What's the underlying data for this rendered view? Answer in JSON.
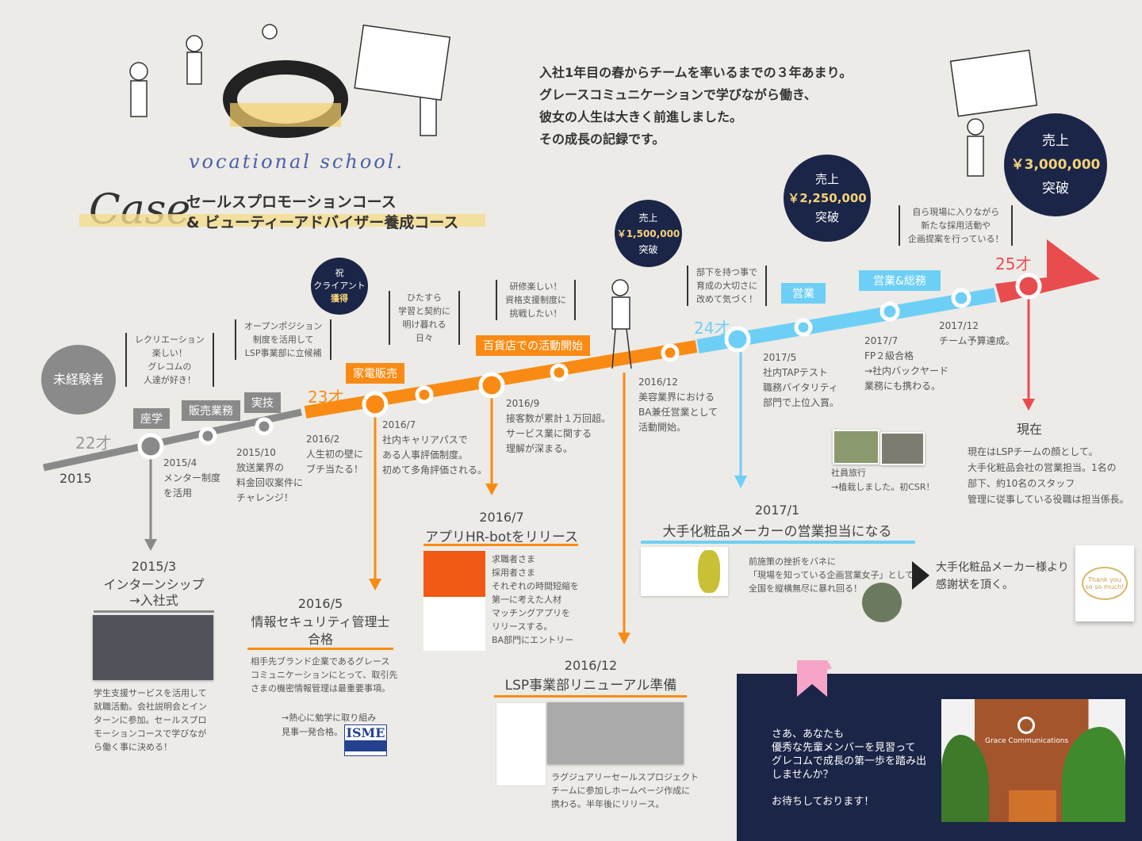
{
  "header": {
    "school_label": "vocational school.",
    "case_label": "Case",
    "course_line1": "セールスプロモーションコース",
    "course_line2": "& ビューティーアドバイザー養成コース",
    "intro": "入社1年目の春からチームを率いるまでの３年あまり。\nグレースコミュニケーションで学びながら働き、\n彼女の人生は大きく前進しました。\nその成長の記録です。"
  },
  "colors": {
    "gray": "#8a8a8a",
    "orange": "#f98b14",
    "blue": "#6ecff6",
    "red": "#e94c4f",
    "navy": "#1b2547"
  },
  "ages": {
    "a22": "22才",
    "a23": "23才",
    "a24": "24才",
    "a25": "25才"
  },
  "start": {
    "badge": "未経験者",
    "year": "2015"
  },
  "tags": {
    "zagaku": "座学",
    "hanbai": "販売業務",
    "jitsugi": "実技",
    "kaden": "家電販売",
    "hyakkaten": "百貨店での活動開始",
    "eigyo": "営業",
    "eigyo_somu": "営業&総務"
  },
  "bubbles": {
    "client": {
      "l1": "祝",
      "l2": "クライアント",
      "l3": "獲得"
    },
    "s1": {
      "l1": "売上",
      "amount": "￥1,500,000",
      "l3": "突破"
    },
    "s2": {
      "l1": "売上",
      "amount": "￥2,250,000",
      "l3": "突破"
    },
    "s3": {
      "l1": "売上",
      "amount": "￥3,000,000",
      "l3": "突破"
    }
  },
  "quotes": [
    "レクリエーション\n楽しい！\nグレコムの\n人達が好き！",
    "オープンポジション\n制度を活用して\nLSP事業部に立候補",
    "ひたすら\n学習と契約に\n明け暮れる\n日々",
    "研修楽しい！\n資格支援制度に\n挑戦したい！",
    "部下を持つ事で\n育成の大切さに\n改めて気づく！",
    "自ら現場に入りながら\n新たな採用活動や\n企画提案を行っている！"
  ],
  "events": {
    "e1504": "2015/4\nメンター制度\nを活用",
    "e1510": "2015/10\n放送業界の\n料金回収案件に\nチャレンジ！",
    "e1602": "2016/2\n人生初の壁に\nブチ当たる！",
    "e1607": "2016/7\n社内キャリアパスで\nある人事評価制度。\n初めて多角評価される。",
    "e1609": "2016/9\n接客数が累計１万回超。\nサービス業に関する\n理解が深まる。",
    "e1612": "2016/12\n美容業界における\nBA兼任営業として\n活動開始。",
    "e1705": "2017/5\n社内TAPテスト\n職務バイタリティ\n部門で上位入賞。",
    "e1707": "2017/7\nFP２級合格\n→社内バックヤード\n業務にも携わる。",
    "e1712": "2017/12\nチーム予算達成。"
  },
  "trip": "社員旅行\n→植栽しました。初CSR！",
  "now": {
    "title": "現在",
    "text": "現在はLSPチームの顔として。\n大手化粧品会社の営業担当。1名の\n部下、約10名のスタッフ\n管理に従事している役職は担当係長。"
  },
  "m1503": {
    "date": "2015/3",
    "title": "インターンシップ\n→入社式",
    "text": "学生支援サービスを活用して\n就職活動。会社説明会とイン\nターンに参加。セールスプロ\nモーションコースで学びなが\nら働く事に決める！"
  },
  "m1605": {
    "date": "2016/5",
    "title": "情報セキュリティ管理士\n合格",
    "text": "相手先ブランド企業であるグレース\nコミュニケーションにとって、取引先\nさまの機密情報管理は最重要事項。",
    "note": "→熱心に勉学に取り組み\n見事一発合格。",
    "logo": "ISME"
  },
  "m1607": {
    "date": "2016/7",
    "title": "アプリHR-botをリリース",
    "text": "求職者さま\n採用者さま\nそれぞれの時間短縮を\n第一に考えた人材\nマッチングアプリを\nリリースする。\nBA部門にエントリー"
  },
  "m1612": {
    "date": "2016/12",
    "title": "LSP事業部リニューアル準備",
    "text": "ラグジュアリーセールスプロジェクト\nチームに参加しホームページ作成に\n携わる。半年後にリリース。"
  },
  "m1701": {
    "date": "2017/1",
    "title": "大手化粧品メーカーの営業担当になる",
    "text": "前施策の挫折をバネに\n「現場を知っている企画営業女子」として\n全国を縦横無尽に暴れ回る！",
    "thanks": "大手化粧品メーカー様より\n感謝状を頂く。",
    "card": "Thank you so so much!"
  },
  "cta": {
    "text": "さあ、あなたも\n優秀な先輩メンバーを見習って\nグレコムで成長の第一歩を踏み出\nしませんか？\n\nお待ちしております！",
    "sign": "Grace Communications"
  }
}
